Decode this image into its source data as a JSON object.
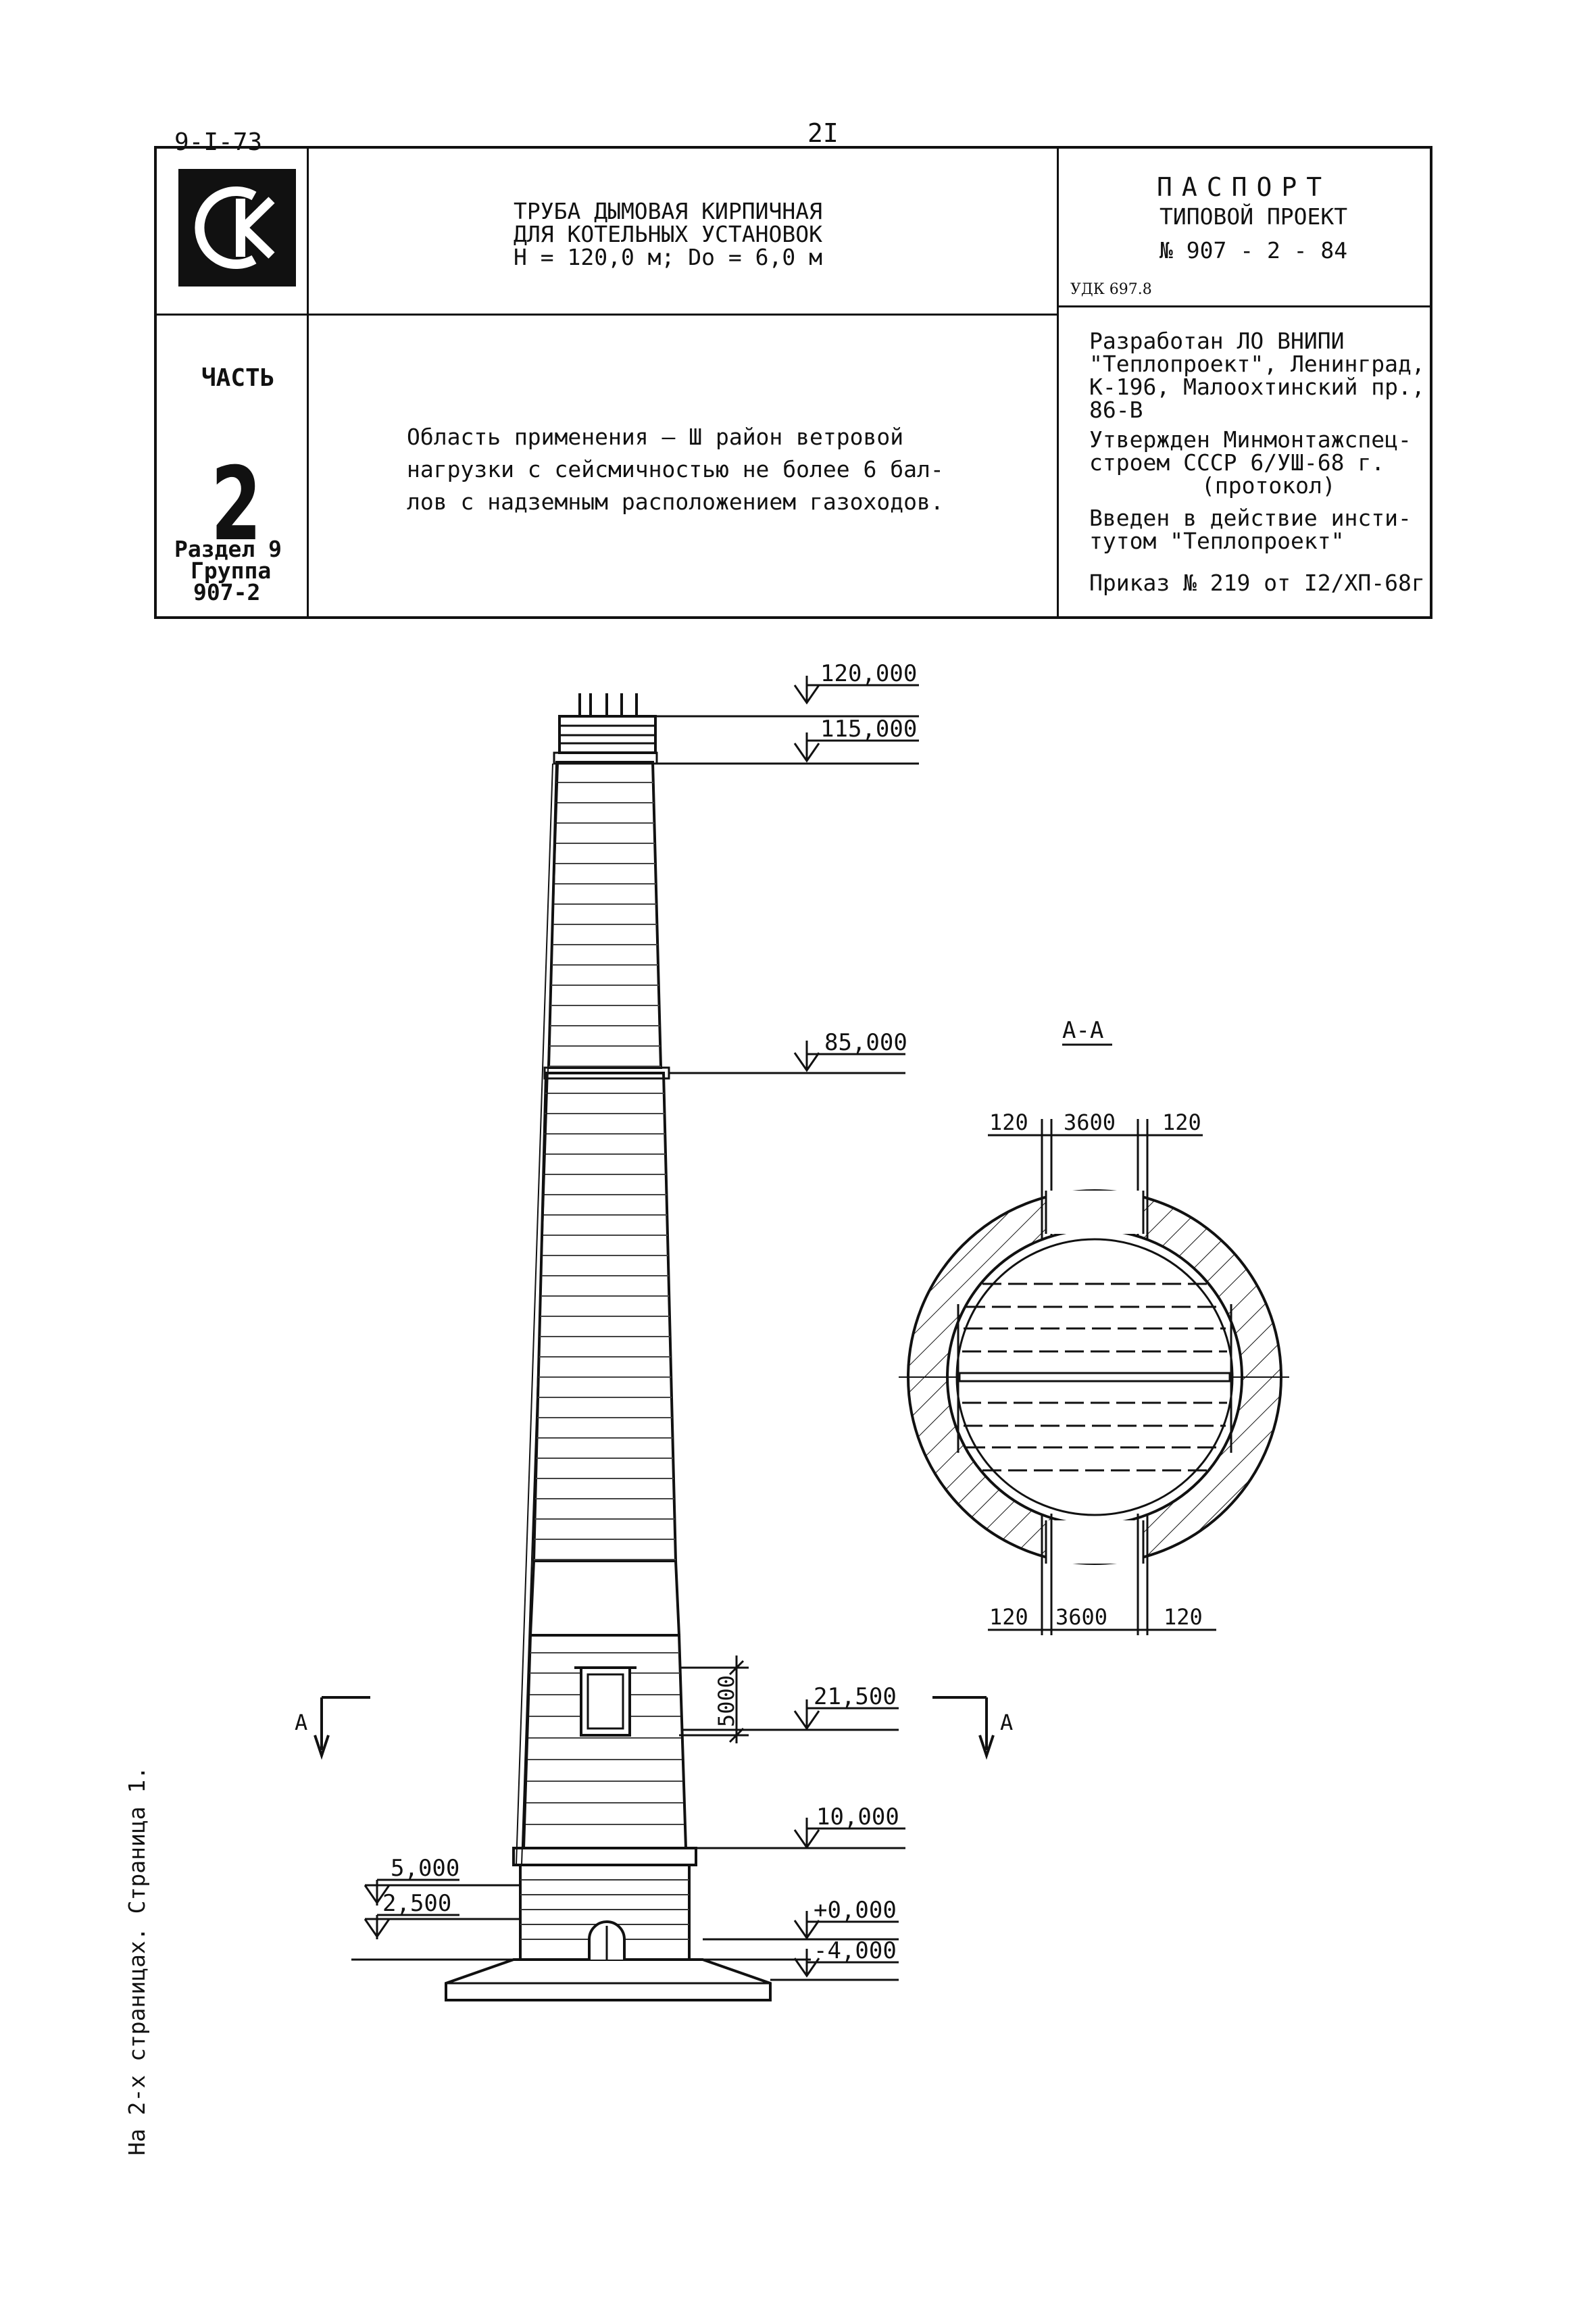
{
  "header": {
    "series": "9-I-73",
    "page_number": "2I"
  },
  "title_block": {
    "logo_letters": "СК",
    "title_lines": [
      "ТРУБА ДЫМОВАЯ КИРПИЧНАЯ",
      "ДЛЯ КОТЕЛЬНЫХ УСТАНОВОК",
      "Н = 120,0 м; Do = 6,0 м"
    ],
    "passport_label": "ПАСПОРТ",
    "project_label": "ТИПОВОЙ ПРОЕКТ",
    "project_number": "№ 907 - 2 - 84",
    "udk": "УДК 697.8",
    "part_label": "ЧАСТЬ",
    "part_number": "2",
    "section": "Раздел 9",
    "group_label": "Группа",
    "group_number": "907-2",
    "application_lines": [
      "Область применения  –  Ш район ветровой",
      "нагрузки с сейсмичностью не более 6 бал-",
      "лов с надземным расположением газоходов."
    ],
    "developed_lines": [
      "Разработан ЛО ВНИПИ",
      "\"Теплопроект\", Ленинград,",
      "К-196, Малоохтинский пр.,",
      "86-В"
    ],
    "approved_lines": [
      "Утвержден Минмонтажспец-",
      "строем СССР 6/УШ-68 г.",
      "(протокол)"
    ],
    "introduced_lines": [
      "Введен в действие инсти-",
      "тутом \"Теплопроект\""
    ],
    "order": "Приказ № 219 от I2/XП-68г"
  },
  "drawing": {
    "elevations": {
      "e120": "120,000",
      "e115": "115,000",
      "e85": "85,000",
      "e21": "21,500",
      "e10": "10,000",
      "e5": "5,000",
      "e2": "2,500",
      "e0": "+0,000",
      "em4": "-4,000"
    },
    "opening_height": "5000",
    "section_marker": "А",
    "section_title": "А-А",
    "section_dims_top": [
      "120",
      "3600",
      "120"
    ],
    "section_dims_bottom": [
      "120",
      "3600",
      "120"
    ]
  },
  "side_note": "На 2-х страницах. Страница 1."
}
